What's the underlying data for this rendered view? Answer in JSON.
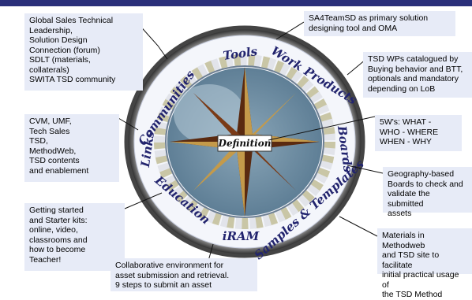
{
  "colors": {
    "bar": "#2a2f7a",
    "box": "#e7ebf7",
    "ring_text": "#22246e",
    "inner_disc": "#7f9bb0"
  },
  "center_label": "Definition",
  "ring_words": {
    "tools": "Tools",
    "work_products": "Work Products",
    "boards": "Boards",
    "samples_templates": "Samples & Templates",
    "iram": "iRAM",
    "education": "Education",
    "links": "Links",
    "communities": "Communities"
  },
  "callouts": {
    "communities": "Global Sales Technical\nLeadership,\nSolution Design\nConnection (forum)\nSDLT (materials,\ncollaterals)\nSWITA TSD community",
    "tools": "SA4TeamSD as primary solution\ndesigning tool  and OMA",
    "work_products": "TSD WPs catalogued by\nBuying behavior and BTT,\noptionals and  mandatory\ndepending on LoB",
    "links": "CVM, UMF,\nTech Sales\nTSD,\nMethodWeb,\nTSD contents\nand enablement",
    "definition": "5W's:  WHAT -\nWHO - WHERE\nWHEN  - WHY",
    "boards": "Geography-based\nBoards to check and\nvalidate the submitted\nassets",
    "education": "Getting started\nand Starter kits:\nonline, video,\nclassrooms and\nhow to become\nTeacher!",
    "samples_templates": "Materials in  Methodweb\nand TSD site to facilitate\ninitial practical usage of\nthe TSD Method",
    "iram": "Collaborative environment for\nasset submission and retrieval.\n9 steps to submit an asset"
  }
}
